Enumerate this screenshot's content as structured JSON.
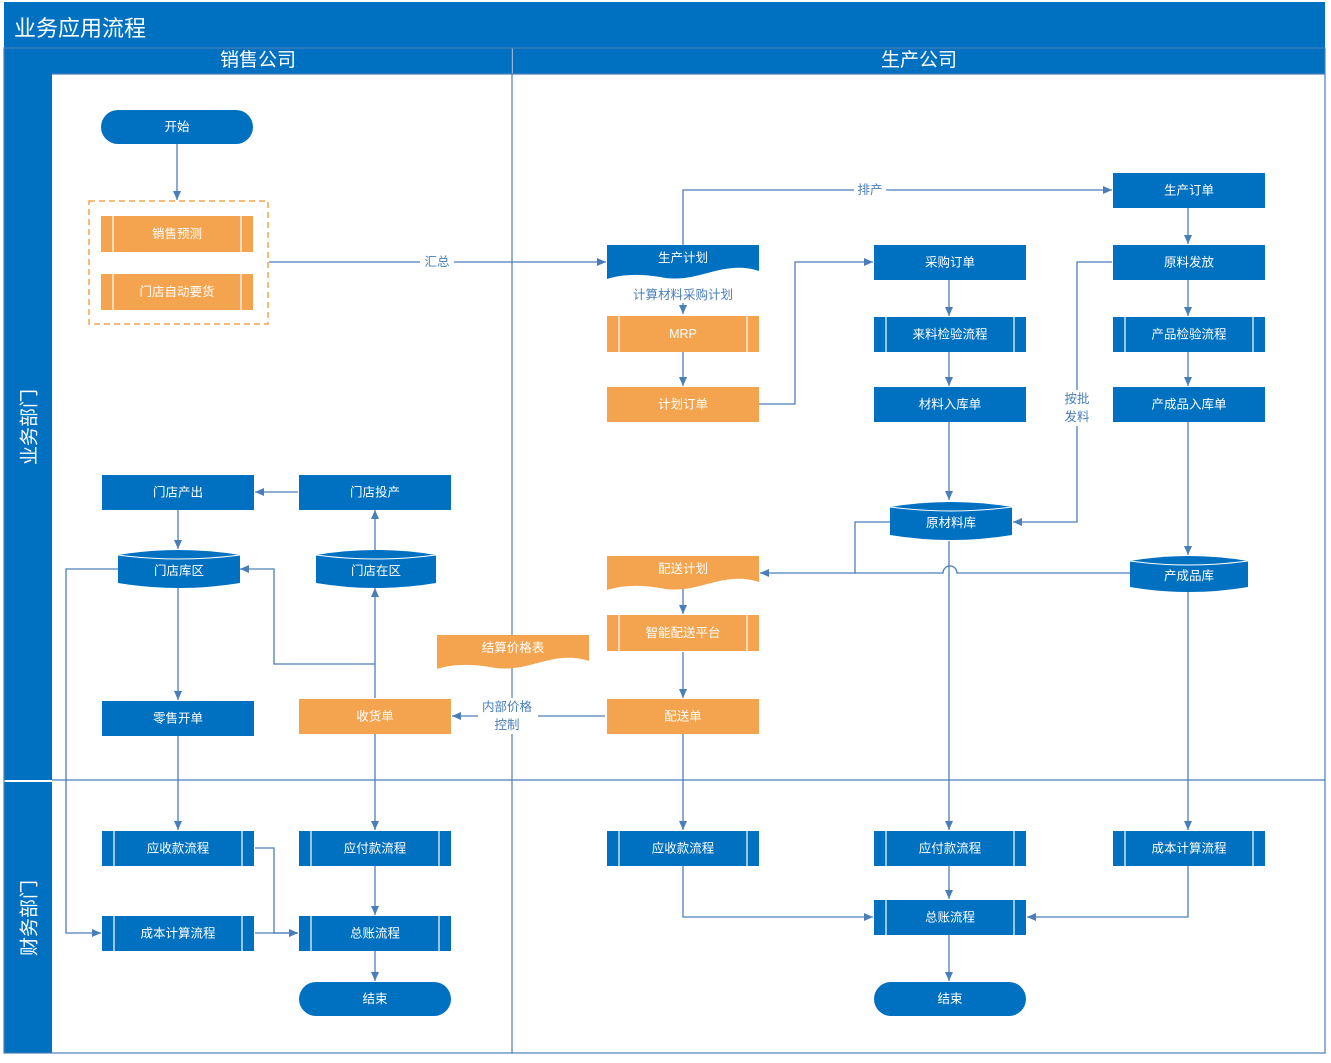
{
  "title": "业务应用流程",
  "columns": [
    "销售公司",
    "生产公司"
  ],
  "rows": [
    "业务部门",
    "财务部门"
  ],
  "colors": {
    "blue": "#0070c0",
    "orange": "#f4a44f",
    "line": "#4a7ebb",
    "dashed": "#f4a44f"
  },
  "nodes": {
    "start": "开始",
    "sales_forecast": "销售预测",
    "store_auto_order": "门店自动要货",
    "production_plan": "生产计划",
    "mrp": "MRP",
    "planned_order": "计划订单",
    "production_order": "生产订单",
    "purchase_order": "采购订单",
    "incoming_inspection": "来料检验流程",
    "material_receipt": "材料入库单",
    "raw_material_issue": "原料发放",
    "product_inspection": "产品检验流程",
    "product_receipt": "产成品入库单",
    "raw_material_store": "原材料库",
    "finished_goods_store": "产成品库",
    "delivery_plan": "配送计划",
    "smart_delivery_platform": "智能配送平台",
    "delivery_note": "配送单",
    "settlement_price_list": "结算价格表",
    "receiving_note": "收货单",
    "store_output": "门店产出",
    "store_input": "门店投产",
    "store_inventory": "门店库区",
    "store_wip": "门店在区",
    "retail_billing": "零售开单",
    "ar_process_sales": "应收款流程",
    "ap_process_sales": "应付款流程",
    "cost_calc_sales": "成本计算流程",
    "gl_process_sales": "总账流程",
    "end_sales": "结束",
    "ar_process_prod": "应收款流程",
    "ap_process_prod": "应付款流程",
    "cost_calc_prod": "成本计算流程",
    "gl_process_prod": "总账流程",
    "end_prod": "结束"
  },
  "edge_labels": {
    "summary": "汇总",
    "schedule": "排产",
    "calc_purchase_1": "计算材料采购计划",
    "batch_issue_1": "按批",
    "batch_issue_2": "发料",
    "internal_price_1": "内部价格",
    "internal_price_2": "控制"
  }
}
